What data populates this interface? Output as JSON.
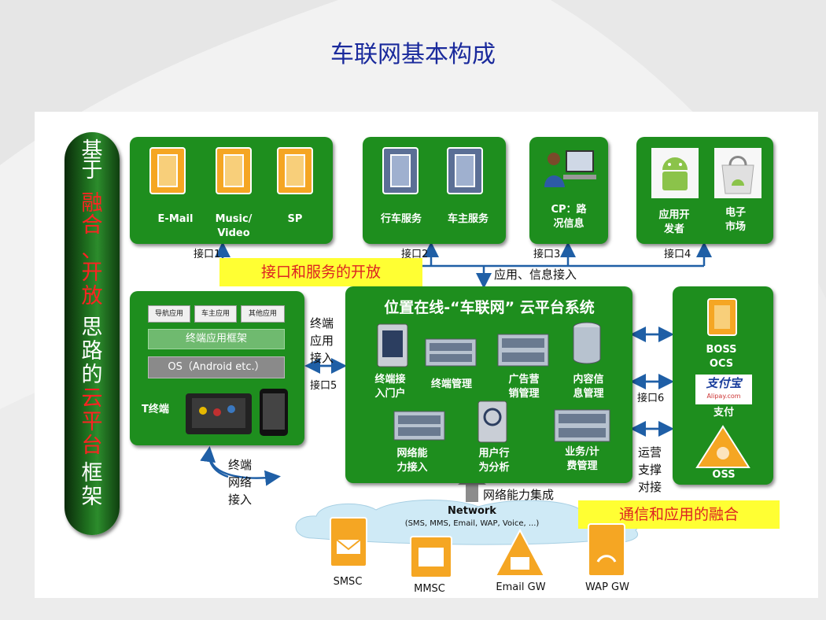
{
  "title": "车联网基本构成",
  "side_label": [
    "基",
    "于",
    "融",
    "合",
    "、",
    "开",
    "放",
    "思",
    "路",
    "的",
    "云",
    "平",
    "台",
    "框",
    "架"
  ],
  "side_colors": [
    "#ffffff",
    "#ffffff",
    "#ff2222",
    "#ff2222",
    "#ff2222",
    "#ff2222",
    "#ff2222",
    "#ffffff",
    "#ffffff",
    "#ffffff",
    "#ff2222",
    "#ff2222",
    "#ff2222",
    "#ffffff",
    "#ffffff"
  ],
  "top_boxes": {
    "sp": [
      "E-Mail",
      "Music/\nVideo",
      "SP"
    ],
    "service": [
      "行车服务",
      "车主服务"
    ],
    "cp": "CP：路\n况信息",
    "dev": [
      "应用开\n发者",
      "电子\n市场"
    ]
  },
  "interfaces": {
    "i1": "接口1",
    "i2": "接口2",
    "i3": "接口3",
    "i4": "接口4",
    "i5": "接口5",
    "i6": "接口6"
  },
  "banner_open": "接口和服务的开放",
  "banner_merge": "通信和应用的融合",
  "app_info_access": "应用、信息接入",
  "terminal": {
    "apps": [
      "导航应用",
      "车主应用",
      "其他应用"
    ],
    "framework": "终端应用框架",
    "os": "OS（Android etc.）",
    "tbox": "T终端"
  },
  "terminal_app_access": "终端\n应用\n接入",
  "terminal_net_access": "终端\n网络\n接入",
  "cloud": {
    "title": "位置在线-“车联网” 云平台系统",
    "modules": [
      "终端接\n入门户",
      "终端管理",
      "广告营\n销管理",
      "内容信\n息管理",
      "网络能\n力接入",
      "用户行\n为分析",
      "业务/计\n费管理"
    ]
  },
  "right_box": {
    "boss": "BOSS\nOCS",
    "pay": "支付",
    "oss": "OSS",
    "alipay_logo": "支付宝",
    "alipay_sub": "Alipay.com"
  },
  "ops_support": "运营\n支撑\n对接",
  "net_integration": "网络能力集成",
  "network": {
    "title": "Network",
    "sub": "(SMS, MMS, Email, WAP, Voice, ...)"
  },
  "gateways": [
    "SMSC",
    "MMSC",
    "Email GW",
    "WAP GW"
  ],
  "colors": {
    "green": "#1e8e1e",
    "title": "#1a2a9c",
    "banner": "#ffff33",
    "banner_text": "#dd2222",
    "arrow": "#1f5fa6"
  }
}
